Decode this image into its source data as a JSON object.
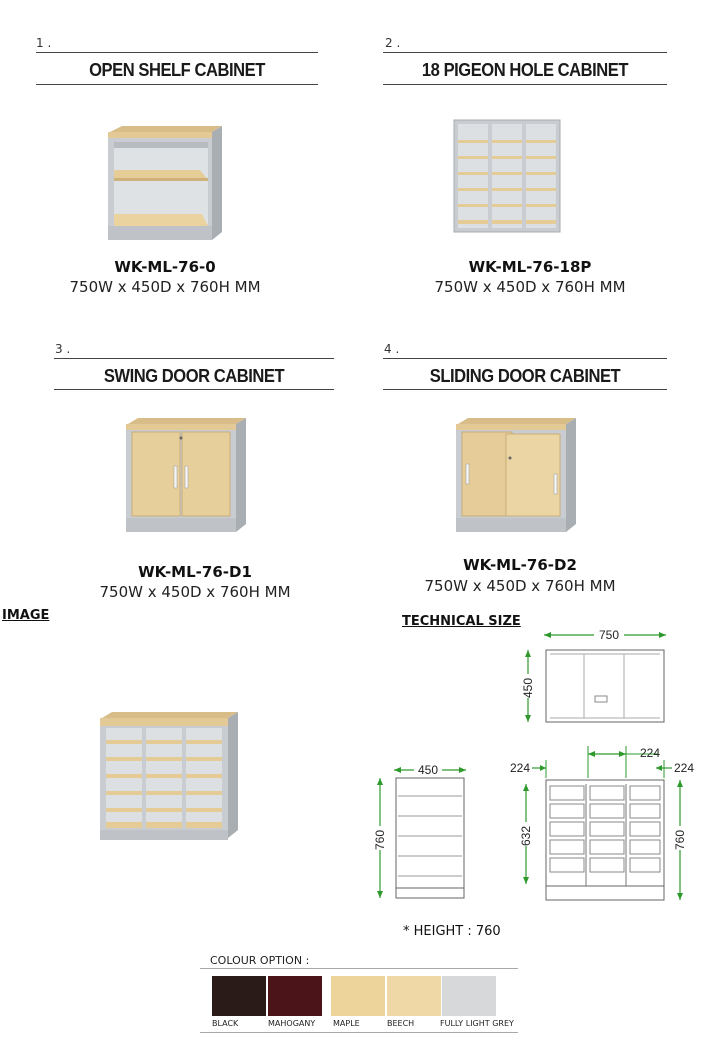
{
  "products": [
    {
      "number": "1 .",
      "title": "OPEN SHELF CABINET",
      "code": "WK-ML-76-0",
      "dims": "750W x 450D x 760H MM"
    },
    {
      "number": "2 .",
      "title": "18 PIGEON HOLE CABINET",
      "code": "WK-ML-76-18P",
      "dims": "750W x 450D x 760H MM"
    },
    {
      "number": "3 .",
      "title": "SWING DOOR CABINET",
      "code": "WK-ML-76-D1",
      "dims": "750W x 450D x 760H MM"
    },
    {
      "number": "4 .",
      "title": "SLIDING DOOR CABINET",
      "code": "WK-ML-76-D2",
      "dims": "750W x 450D x 760H MM"
    }
  ],
  "image_section": {
    "label": "IMAGE"
  },
  "technical": {
    "label": "TECHNICAL SIZE",
    "top_width": "750",
    "top_depth": "450",
    "side_depth": "450",
    "side_height": "760",
    "front_inner_width": "224",
    "front_left": "224",
    "front_right": "224",
    "front_inner_height": "632",
    "front_height": "760",
    "height_note": "* HEIGHT : 760"
  },
  "colour_option": {
    "title": "COLOUR OPTION :",
    "swatches": [
      {
        "name": "BLACK",
        "color": "#2a1a18"
      },
      {
        "name": "MAHOGANY",
        "color": "#4a1418"
      },
      {
        "name": "MAPLE",
        "color": "#ecd49a"
      },
      {
        "name": "BEECH",
        "color": "#f0d7a6"
      },
      {
        "name": "FULLY LIGHT GREY",
        "color": "#d6d8da"
      }
    ]
  },
  "colors": {
    "dimension_green": "#2e9a2e",
    "carcass_grey": "#c9cdd1",
    "wood": "#e7cf9c"
  }
}
